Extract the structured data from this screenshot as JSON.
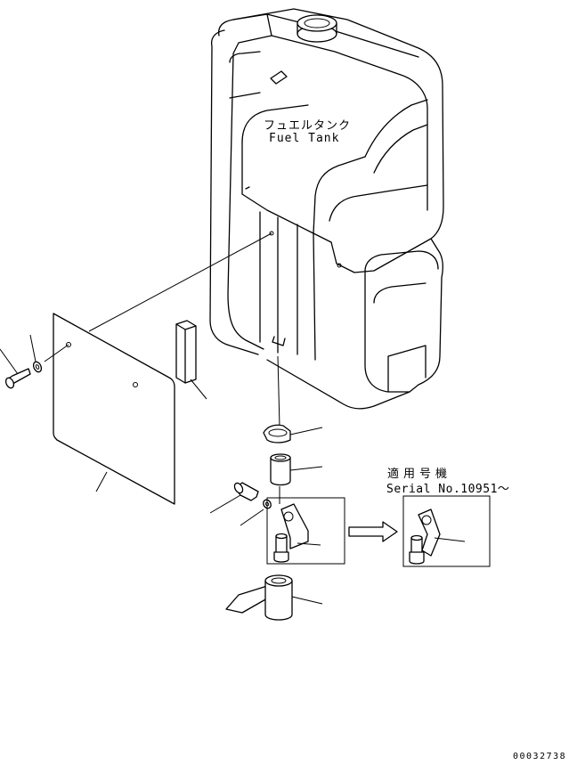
{
  "diagram": {
    "labels": {
      "fuel_tank_jp": "フュエルタンク",
      "fuel_tank_en": "Fuel Tank",
      "serial_jp": "適用号機",
      "serial_en": "Serial No.10951〜",
      "doc_number": "00032738"
    },
    "parts": [
      "fuel-tank",
      "cover-plate",
      "block",
      "bolt-left",
      "washer-left",
      "clamp",
      "hose",
      "bolt-middle",
      "washer-middle",
      "bracket-detail",
      "bracket-detail-new",
      "drain-valve"
    ],
    "colors": {
      "line": "#000000",
      "background": "#ffffff"
    }
  }
}
